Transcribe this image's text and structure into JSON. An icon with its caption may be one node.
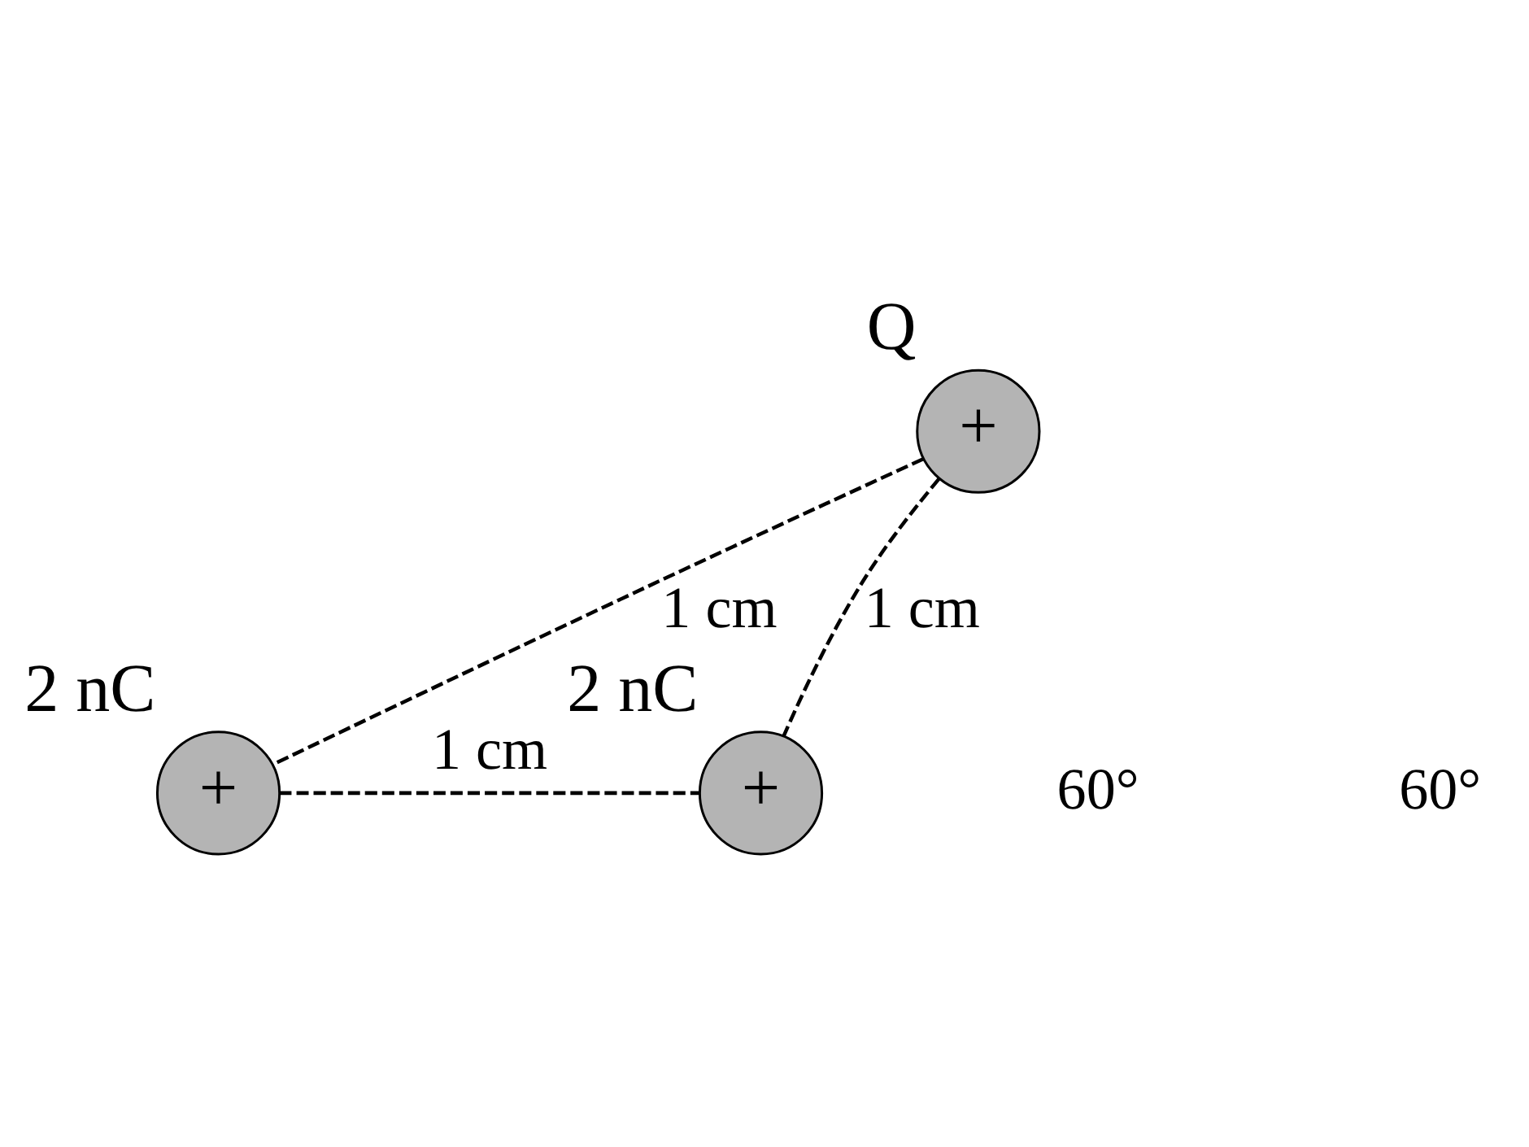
{
  "diagram": {
    "nodes": [
      {
        "text": [
          "+"
        ],
        "beside": [
          "Q"
        ]
      },
      {
        "text": [
          "+"
        ],
        "beside": [
          "2 nC"
        ]
      },
      {
        "text": [
          "+"
        ],
        "beside": [
          "2 nC"
        ]
      }
    ],
    "edges": [
      {
        "from": 0,
        "to": 1,
        "arrow": "none",
        "label": "1 cm",
        "style": "dashed"
      },
      {
        "from": 0,
        "to": 2,
        "arrow": "none",
        "label": "1 cm",
        "style": "dashed"
      },
      {
        "from": 1,
        "to": 2,
        "arrow": "none",
        "label": "1 cm",
        "style": "dashed"
      }
    ],
    "labels": [
      "60°",
      "60°"
    ]
  }
}
